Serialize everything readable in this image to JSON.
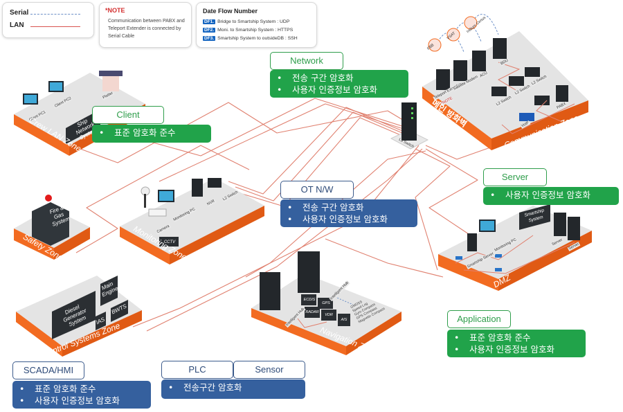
{
  "legend": {
    "serial_label": "Serial",
    "lan_label": "LAN",
    "serial_color": "#6b8fc7",
    "lan_color": "#d9534f"
  },
  "note": {
    "title": "*NOTE",
    "text": "Communication between PABX and Teleport Extender is connected by Serial Cable"
  },
  "data_flow": {
    "title": "Date Flow Number",
    "items": [
      {
        "tag": "DF1.",
        "text": "Bridge to Smartship System : UDP"
      },
      {
        "tag": "DF2.",
        "text": "Moni. to Smartship System : HTTPS"
      },
      {
        "tag": "DF3.",
        "text": "Smartship System to outsideDB : SSH"
      }
    ]
  },
  "colors": {
    "zone_orange": "#f26b21",
    "zone_top": "#e6e6e6",
    "green_callout": "#21a34a",
    "blue_callout": "#35609e",
    "device_dark": "#2b2f33"
  },
  "callouts": {
    "network": {
      "title": "Network",
      "items": [
        "전송 구간 암호화",
        "사용자 인증정보 암호화"
      ]
    },
    "client": {
      "title": "Client",
      "items": [
        "표준 암호화 준수"
      ]
    },
    "server": {
      "title": "Server",
      "items": [
        "사용자 인증정보 암호화"
      ]
    },
    "ot_nw": {
      "title": "OT N/W",
      "items": [
        "전송 구간 암호화",
        "사용자 인증정보 암호화"
      ]
    },
    "application": {
      "title": "Application",
      "items": [
        "표준 암호화 준수",
        "사용자 인증정보 암호화"
      ]
    },
    "scada": {
      "title": "SCADA/HMI",
      "items": [
        "표준 암호화 준수",
        "사용자 인증정보 암호화"
      ]
    },
    "plc_sensor": {
      "title_plc": "PLC",
      "title_sensor": "Sensor",
      "items": [
        "전송구간 암호화"
      ]
    }
  },
  "zones": {
    "crew_lan": {
      "label": "Crew LAN Zone",
      "devices": [
        "Client PC1",
        "Client PC2",
        "Plotter"
      ],
      "block": "Ship Network System"
    },
    "communication": {
      "label": "Communication Zone",
      "title_kr": "메인 방화벽",
      "devices": [
        "Teleport Extender",
        "Satellite Modem",
        "ACU",
        "BDU",
        "L2 Switch",
        "L2 Switch",
        "L2 Switch",
        "VoIP",
        "PABX"
      ],
      "note_tag": "*NOTE",
      "antennas": [
        "FBB",
        "VSAT",
        "Iridium Certus"
      ]
    },
    "l3_switch": {
      "label": "L3 Switch"
    },
    "safety": {
      "label": "Safety Zone",
      "block": "Fire & Gas System"
    },
    "monitoring": {
      "label": "Monitoring Zone",
      "devices": [
        "Camera",
        "Monitoring PC",
        "NVR",
        "L2 Switch"
      ],
      "block": "CCTV"
    },
    "dmz": {
      "label": "DMZ",
      "devices": [
        "Smartship Server",
        "Monitoring PC",
        "Server",
        "Server"
      ],
      "block": "Smartship System",
      "df_tags": [
        "DF1",
        "DF2",
        "DF3"
      ]
    },
    "control": {
      "label": "Control Systems Zone",
      "blocks": [
        "Diesel Generator System",
        "Main Engine",
        "BWTS",
        "IAS"
      ]
    },
    "navigation": {
      "label": "Navigation Zone",
      "devices": [
        "Intelligent Hub",
        "Intelligent Hub"
      ],
      "blocks": [
        "ECDIS",
        "GPS",
        "RADAR",
        "VDR",
        "AIS"
      ],
      "sensors": [
        "GMDSS",
        "Speed Log",
        "Gyro Compass",
        "GPS Compass",
        "Magnetic Compass"
      ]
    }
  }
}
